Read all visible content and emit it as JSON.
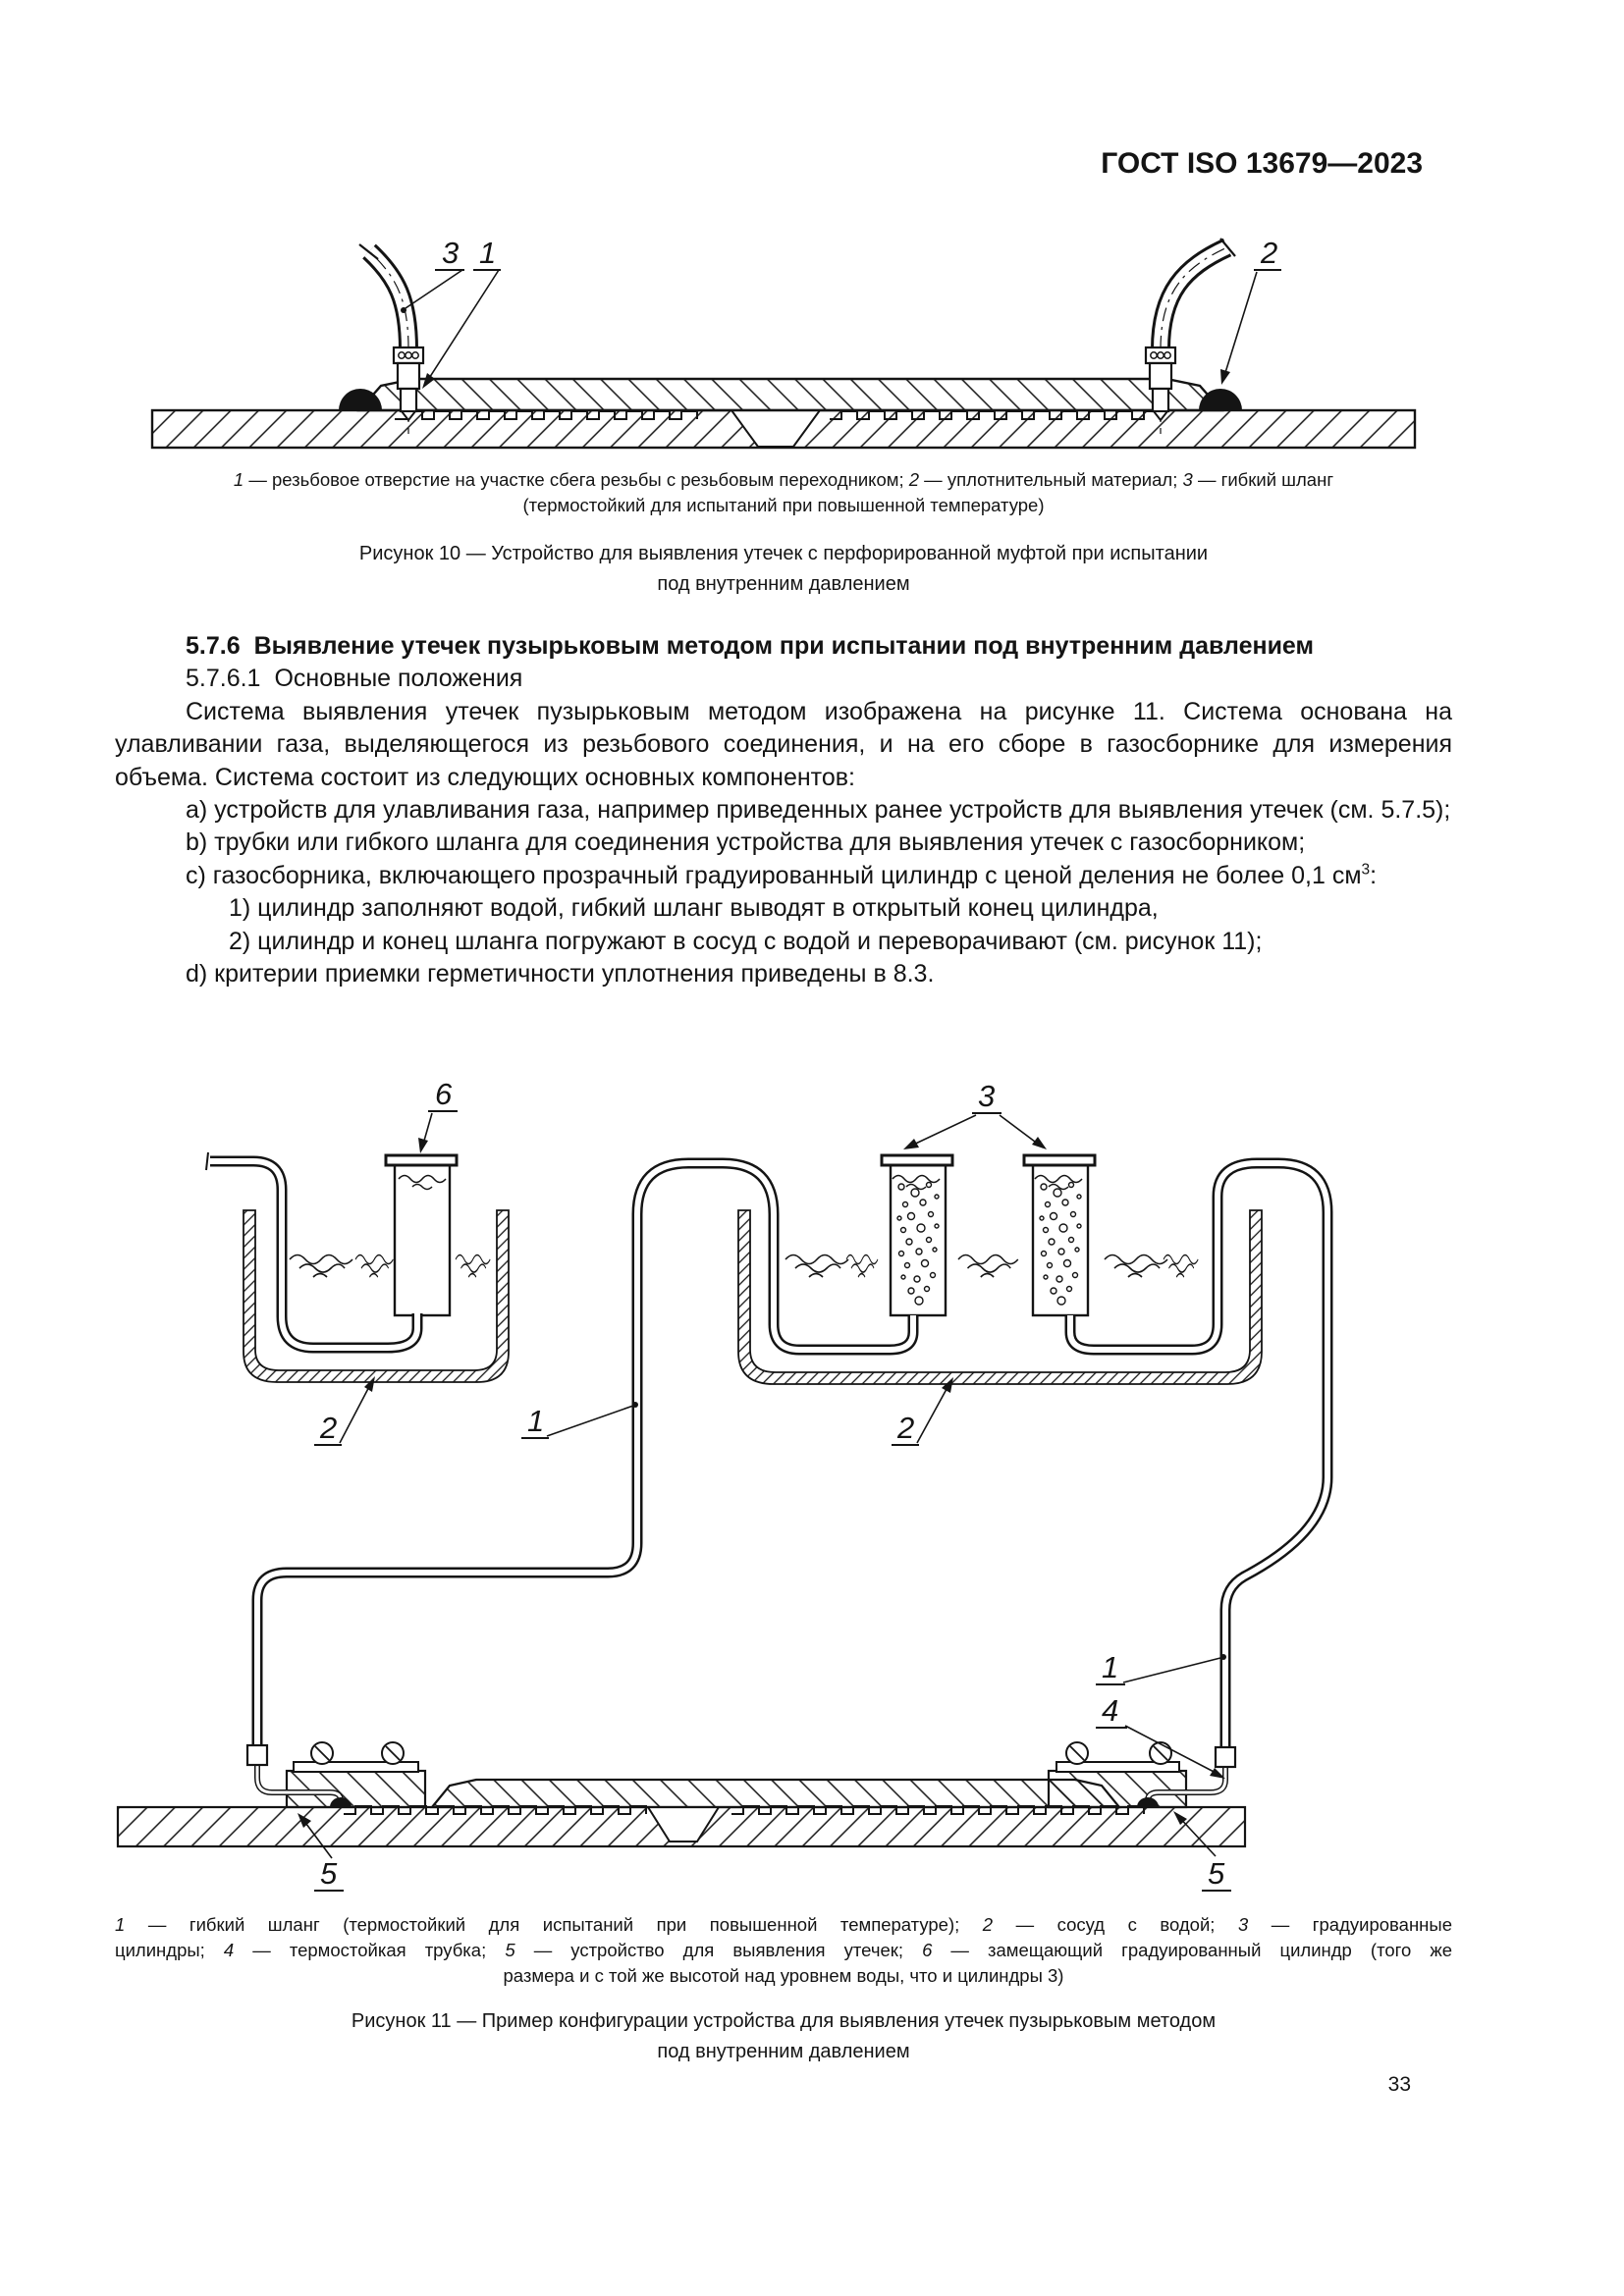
{
  "header": {
    "doc_number": "ГОСТ ISO 13679—2023"
  },
  "figure10": {
    "callouts": {
      "c1": "1",
      "c2": "2",
      "c3": "3"
    },
    "legend_line1": [
      {
        "num": "1",
        "text": " — резьбовое отверстие на участке сбега резьбы с резьбовым переходником; "
      },
      {
        "num": "2",
        "text": " — уплотнительный материал; "
      },
      {
        "num": "3",
        "text": " — гибкий шланг"
      }
    ],
    "legend_line2": "(термостойкий для испытаний при повышенной температуре)",
    "caption_line1": "Рисунок 10 — Устройство для выявления утечек с перфорированной муфтой при испытании",
    "caption_line2": "под внутренним давлением"
  },
  "section": {
    "heading_number": "5.7.6",
    "heading_text": "Выявление утечек пузырьковым методом при испытании под внутренним давлением",
    "sub_number": "5.7.6.1",
    "sub_text": "Основные положения",
    "paragraph1": "Система выявления утечек пузырьковым методом изображена на рисунке 11. Система основана на улавливании газа, выделяющегося из резьбового соединения, и на его сборе в газосборнике для измерения объема. Система состоит из следующих основных компонентов:",
    "item_a": "a) устройств для улавливания газа, например приведенных ранее устройств для выявления утечек (см. 5.7.5);",
    "item_b": "b) трубки или гибкого шланга для соединения устройства для выявления утечек с газосборником;",
    "item_c_before_sup": "c) газосборника, включающего прозрачный градуированный цилиндр с ценой деления не более 0,1 см",
    "item_c_sup": "3",
    "item_c_after_sup": ":",
    "item_1": "1) цилиндр заполняют водой, гибкий шланг выводят в открытый конец цилиндра,",
    "item_2": "2) цилиндр и конец шланга погружают в сосуд с водой и переворачивают (см. рисунок 11);",
    "item_d": "d) критерии приемки герметичности уплотнения приведены в 8.3."
  },
  "figure11": {
    "callouts": {
      "c1": "1",
      "c2": "2",
      "c3": "3",
      "c4": "4",
      "c5": "5",
      "c6": "6"
    },
    "legend_line1": [
      {
        "num": "1",
        "text": " — гибкий шланг (термостойкий для испытаний при повышенной температуре); "
      },
      {
        "num": "2",
        "text": " — сосуд с водой; "
      },
      {
        "num": "3",
        "text": " — градуированные"
      }
    ],
    "legend_line2_lead": "цилиндры; ",
    "legend_line2": [
      {
        "num": "4",
        "text": " — термостойкая трубка; "
      },
      {
        "num": "5",
        "text": " — устройство для выявления утечек; "
      },
      {
        "num": "6",
        "text": " — замещающий градуированный цилиндр (того же"
      }
    ],
    "legend_line3": "размера и с той же высотой над уровнем воды, что и цилиндры 3)",
    "caption_line1": "Рисунок 11 — Пример конфигурации устройства для выявления утечек пузырьковым методом",
    "caption_line2": "под внутренним давлением"
  },
  "footer": {
    "page_number": "33"
  }
}
